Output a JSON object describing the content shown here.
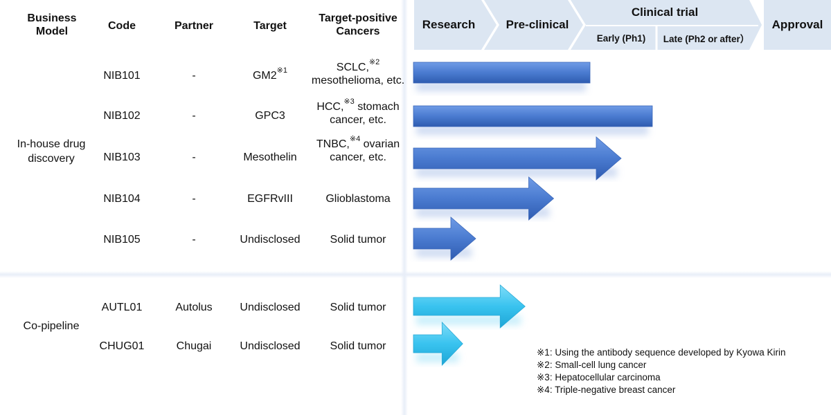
{
  "headers": {
    "business_model": "Business Model",
    "code": "Code",
    "partner": "Partner",
    "target": "Target",
    "cancers": "Target-positive Cancers"
  },
  "stages": {
    "research": "Research",
    "preclinical": "Pre-clinical",
    "clinical": "Clinical trial",
    "early": "Early (Ph1)",
    "late": "Late (Ph2 or after）",
    "approval": "Approval"
  },
  "groups": {
    "inhouse": "In-house drug discovery",
    "copipeline": "Co-pipeline"
  },
  "programs": [
    {
      "code": "NIB101",
      "partner": "-",
      "target": "GM2",
      "target_mark": "※1",
      "cancer_a": "SCLC,",
      "cancer_mark": "※2",
      "cancer_b": "mesothelioma, etc.",
      "progress": 0.68
    },
    {
      "code": "NIB102",
      "partner": "-",
      "target": "GPC3",
      "target_mark": "",
      "cancer_a": "HCC,",
      "cancer_mark": "※3",
      "cancer_b": "stomach cancer, etc.",
      "progress": 0.92
    },
    {
      "code": "NIB103",
      "partner": "-",
      "target": "Mesothelin",
      "target_mark": "",
      "cancer_a": "TNBC,",
      "cancer_mark": "※4",
      "cancer_b": "ovarian cancer, etc.",
      "progress": 0.8
    },
    {
      "code": "NIB104",
      "partner": "-",
      "target": "EGFRvIII",
      "target_mark": "",
      "cancer_a": "Glioblastoma",
      "cancer_mark": "",
      "cancer_b": "",
      "progress": 0.54
    },
    {
      "code": "NIB105",
      "partner": "-",
      "target": "Undisclosed",
      "target_mark": "",
      "cancer_a": "Solid tumor",
      "cancer_mark": "",
      "cancer_b": "",
      "progress": 0.24
    },
    {
      "code": "AUTL01",
      "partner": "Autolus",
      "target": "Undisclosed",
      "target_mark": "",
      "cancer_a": "Solid tumor",
      "cancer_mark": "",
      "cancer_b": "",
      "progress": 0.43
    },
    {
      "code": "CHUG01",
      "partner": "Chugai",
      "target": "Undisclosed",
      "target_mark": "",
      "cancer_a": "Solid tumor",
      "cancer_mark": "",
      "cancer_b": "",
      "progress": 0.19
    }
  ],
  "notes": [
    "※1: Using the antibody sequence developed by Kyowa Kirin",
    "※2: Small-cell lung cancer",
    "※3: Hepatocellular carcinoma",
    "※4: Triple-negative breast cancer"
  ],
  "colors": {
    "inhouse_bar": "#4a7bd0",
    "copipeline_bar": "#39c3ef",
    "stage_bg": "#dce6f2"
  }
}
